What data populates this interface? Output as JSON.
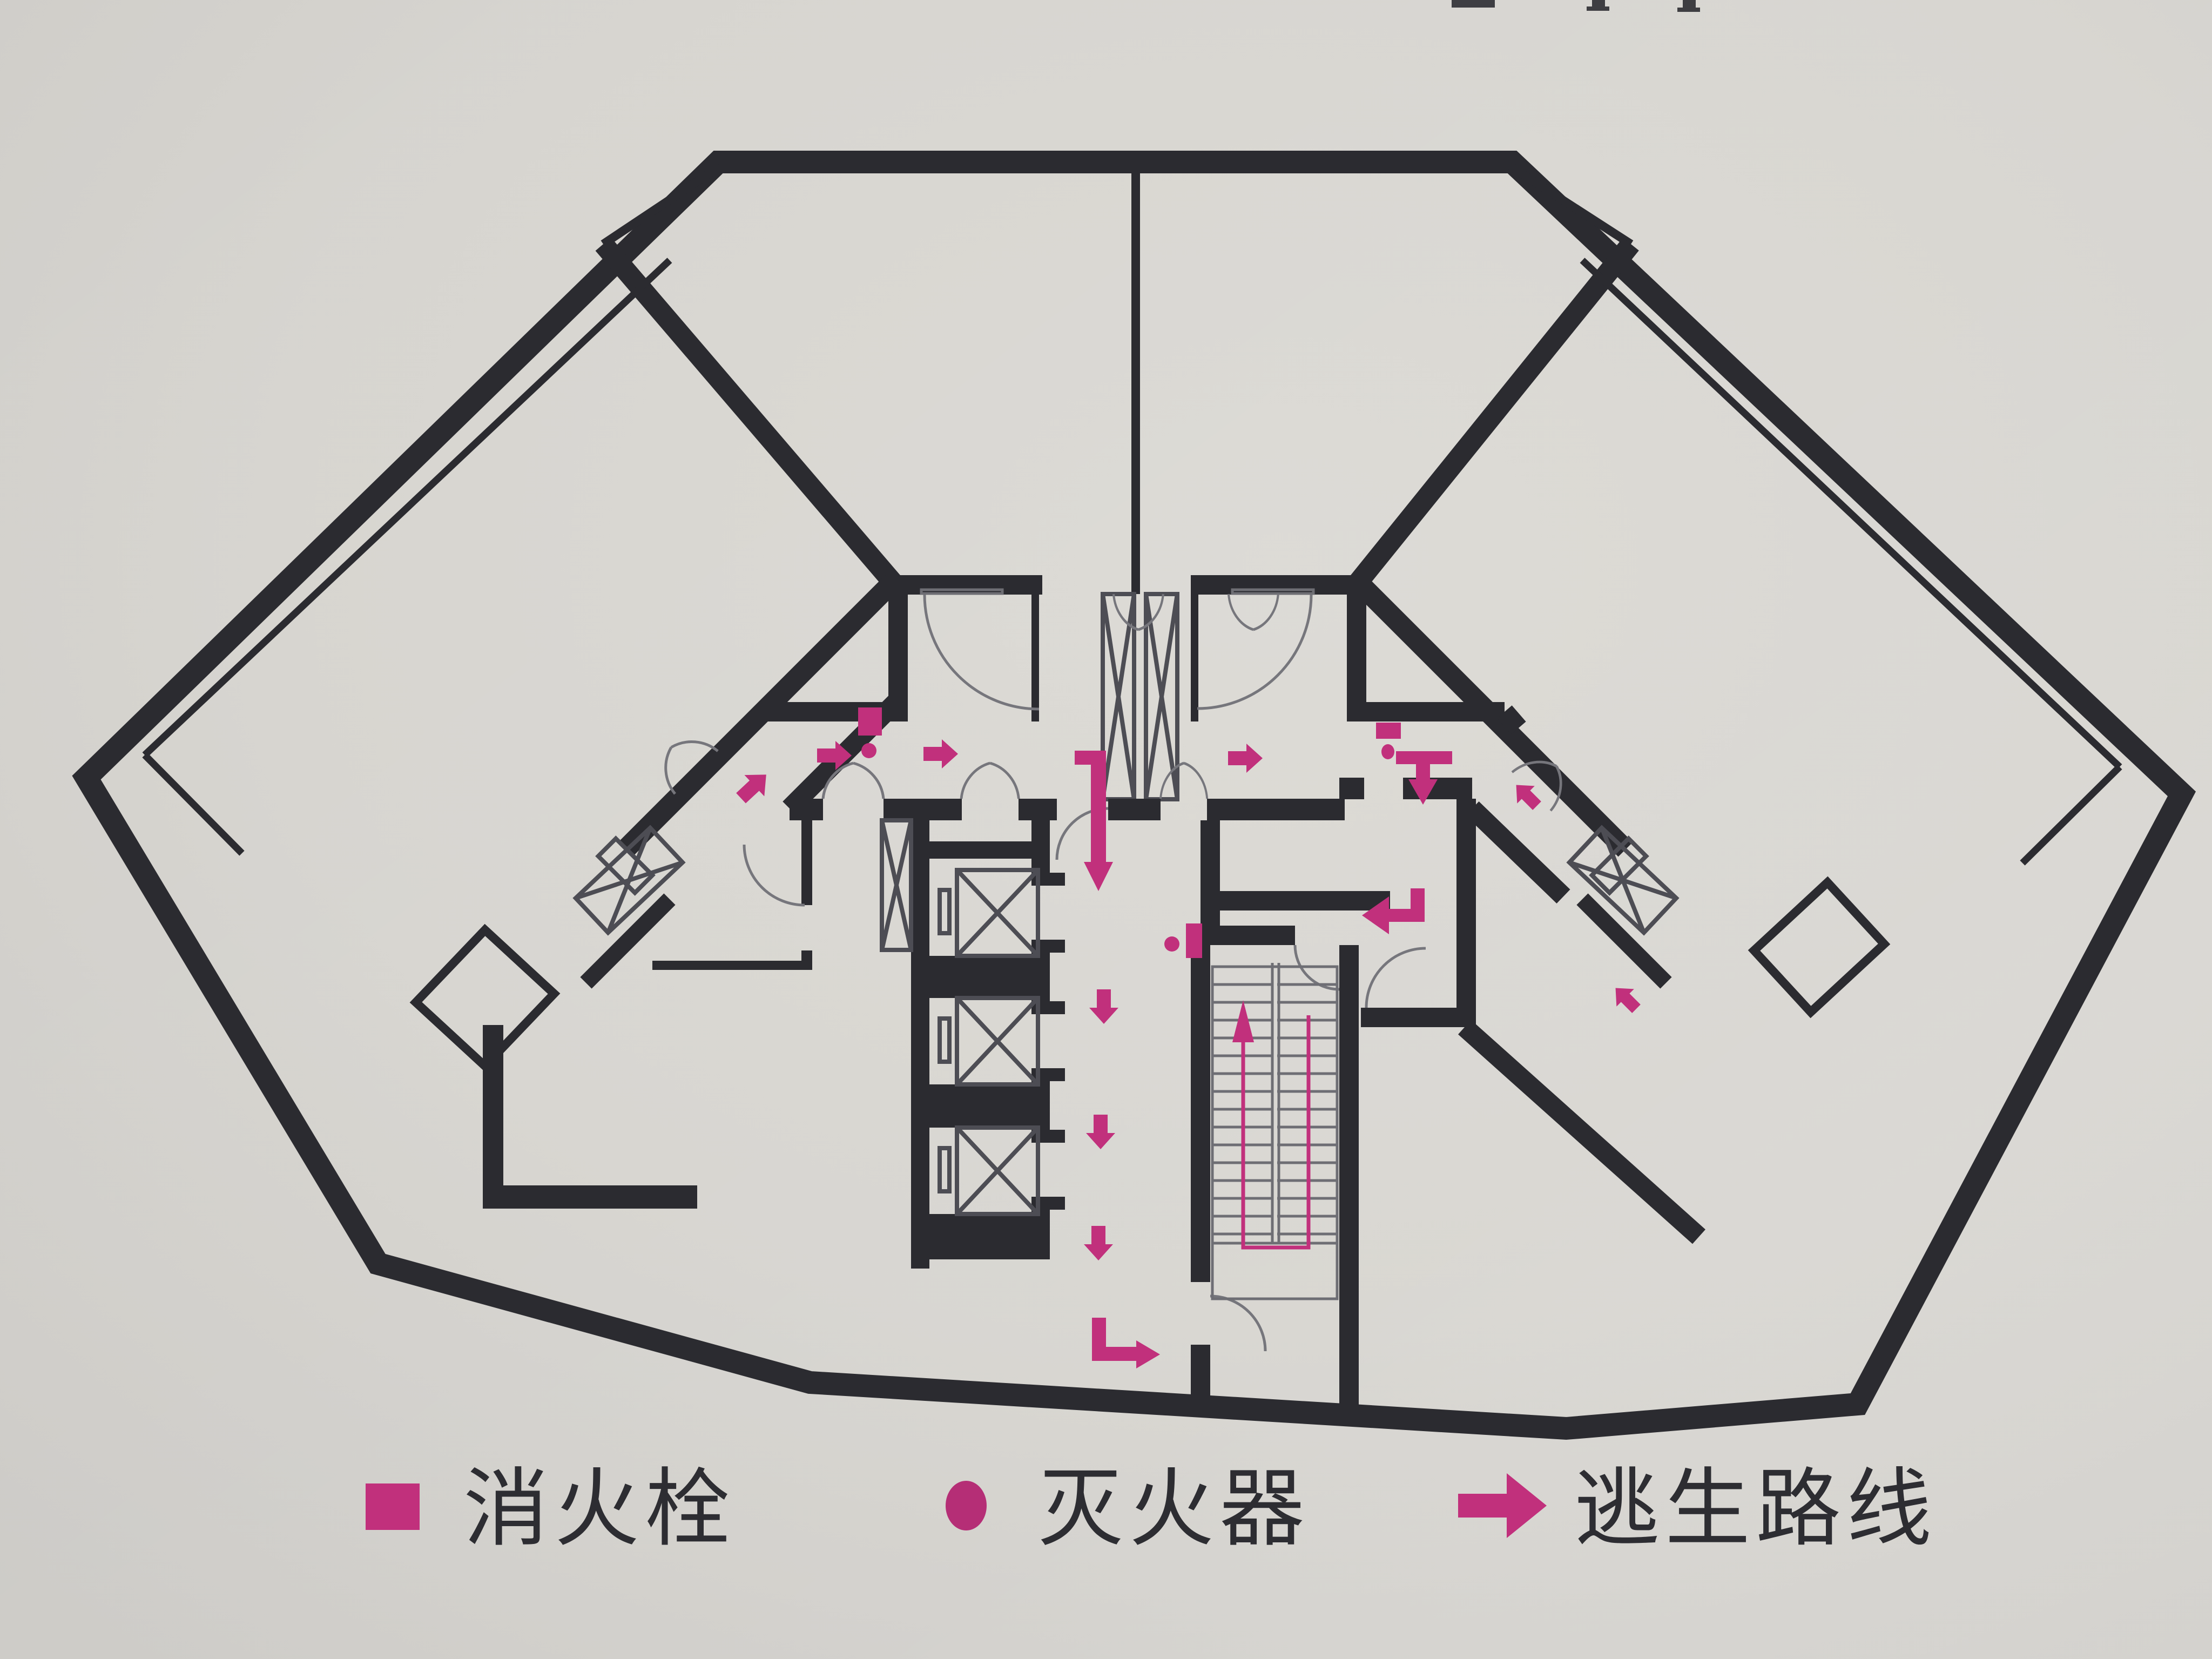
{
  "legend": {
    "items": [
      {
        "id": "fire-hydrant",
        "label": "消火栓",
        "symbol": "square",
        "color": "#c1307c"
      },
      {
        "id": "fire-extinguisher",
        "label": "灭火器",
        "symbol": "dot",
        "color": "#b52e76"
      },
      {
        "id": "escape-route",
        "label": "逃生路线",
        "symbol": "arrow",
        "color": "#c1307c"
      }
    ]
  },
  "plan": {
    "type": "fire-evacuation-floor-plan",
    "wall_color": "#2b2b30",
    "thin_line_color": "#4d4d54",
    "route_color": "#c1307c",
    "background_color": "#d6d4cf",
    "markers": {
      "hydrants": 3,
      "extinguishers": 3,
      "route_arrows": 15,
      "elevator_shafts": 3,
      "staircases": 1
    }
  }
}
